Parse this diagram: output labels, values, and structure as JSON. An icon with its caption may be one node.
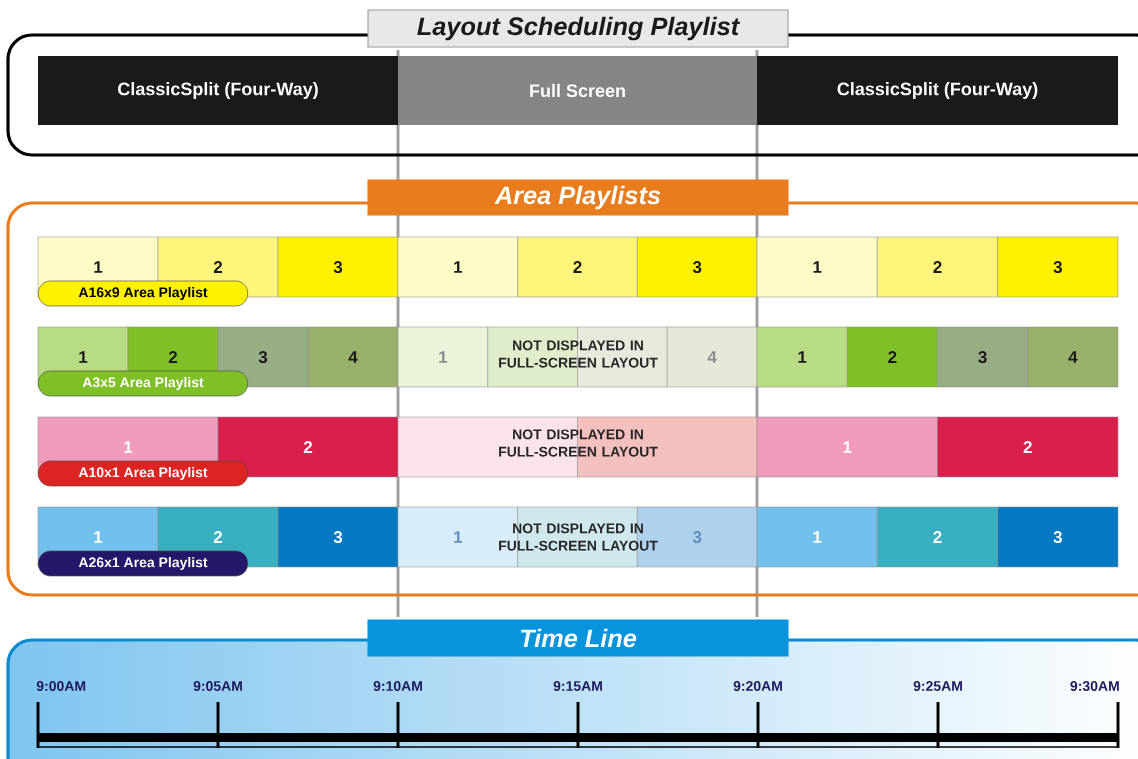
{
  "diagram": {
    "nodes": [
      {
        "text": [
          "Layout Scheduling Playlist"
        ]
      },
      {
        "text": [
          "ClassicSplit (Four-Way)"
        ],
        "in": 0
      },
      {
        "text": [
          "Full Screen"
        ],
        "in": 0
      },
      {
        "text": [
          "ClassicSplit (Four-Way)"
        ],
        "in": 0
      },
      {
        "text": [
          "Area Playlists"
        ]
      },
      {
        "text": [
          "1"
        ],
        "in": 4
      },
      {
        "text": [
          "2"
        ],
        "in": 4
      },
      {
        "text": [
          "3"
        ],
        "in": 4
      },
      {
        "text": [
          "1"
        ],
        "in": 4
      },
      {
        "text": [
          "2"
        ],
        "in": 4
      },
      {
        "text": [
          "3"
        ],
        "in": 4
      },
      {
        "text": [
          "1"
        ],
        "in": 4
      },
      {
        "text": [
          "2"
        ],
        "in": 4
      },
      {
        "text": [
          "3"
        ],
        "in": 4
      },
      {
        "text": [
          "A16x9 Area Playlist"
        ],
        "in": 4
      },
      {
        "text": [
          "1"
        ],
        "in": 4
      },
      {
        "text": [
          "2"
        ],
        "in": 4
      },
      {
        "text": [
          "3"
        ],
        "in": 4
      },
      {
        "text": [
          "4"
        ],
        "in": 4
      },
      {
        "text": [
          "1"
        ],
        "in": 4
      },
      {
        "text": [],
        "shape": "box",
        "in": 4
      },
      {
        "text": [],
        "shape": "box",
        "in": 4
      },
      {
        "text": [
          "4"
        ],
        "in": 4
      },
      {
        "text": [
          "1"
        ],
        "in": 4
      },
      {
        "text": [
          "2"
        ],
        "in": 4
      },
      {
        "text": [
          "3"
        ],
        "in": 4
      },
      {
        "text": [
          "4"
        ],
        "in": 4
      },
      {
        "text": [
          "A3x5 Area Playlist"
        ],
        "in": 4
      },
      {
        "text": [
          "1"
        ],
        "in": 4
      },
      {
        "text": [
          "2"
        ],
        "in": 4
      },
      {
        "text": [],
        "shape": "box",
        "in": 4
      },
      {
        "text": [],
        "shape": "box",
        "in": 4
      },
      {
        "text": [
          "1"
        ],
        "in": 4
      },
      {
        "text": [
          "2"
        ],
        "in": 4
      },
      {
        "text": [
          "A10x1 Area Playlist"
        ],
        "in": 4
      },
      {
        "text": [
          "1"
        ],
        "in": 4
      },
      {
        "text": [
          "2"
        ],
        "in": 4
      },
      {
        "text": [
          "3"
        ],
        "in": 4
      },
      {
        "text": [
          "1"
        ],
        "in": 4
      },
      {
        "text": [],
        "shape": "box",
        "in": 4
      },
      {
        "text": [
          "3"
        ],
        "in": 4
      },
      {
        "text": [
          "1"
        ],
        "in": 4
      },
      {
        "text": [
          "2"
        ],
        "in": 4
      },
      {
        "text": [
          "3"
        ],
        "in": 4
      },
      {
        "text": [
          "A26x1 Area Playlist"
        ],
        "in": 4
      },
      {
        "text": [
          "Time Line"
        ]
      }
    ],
    "labels": [
      "NOT DISPLAYED IN FULL-SCREEN LAYOUT",
      "NOT DISPLAYED IN FULL-SCREEN LAYOUT",
      "NOT DISPLAYED IN FULL-SCREEN LAYOUT",
      "9:00AM",
      "9:05AM",
      "9:10AM",
      "9:15AM",
      "9:20AM",
      "9:25AM",
      "9:30AM"
    ]
  }
}
